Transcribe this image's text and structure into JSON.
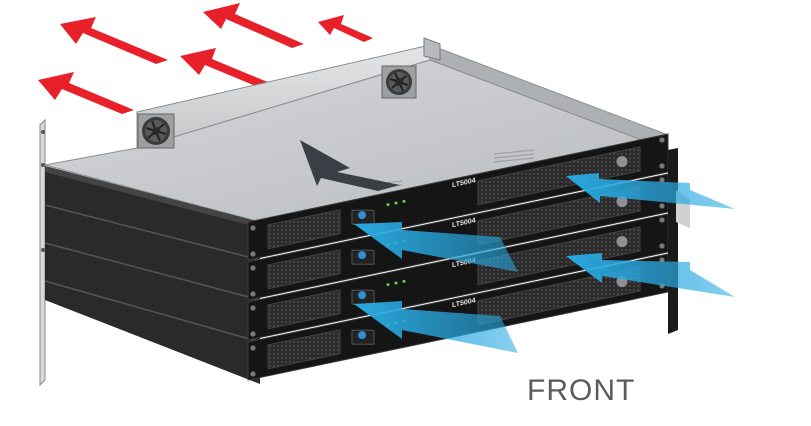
{
  "labels": {
    "front": "FRONT"
  },
  "amplifiers": [
    {
      "model": "LT5004"
    },
    {
      "model": "LT5004"
    },
    {
      "model": "LT5004"
    },
    {
      "model": "LT5004"
    }
  ],
  "colors": {
    "exhaust_arrow": "#e8202a",
    "intake_arrow": "#29a9e1",
    "internal_arrow": "#3a3f45",
    "chassis": "#1c1c1c",
    "tray": "#c9cbcd"
  },
  "icons": {
    "fan": "fan-icon",
    "exhaust": "arrow-up-left-icon",
    "intake": "arrow-up-left-icon"
  }
}
